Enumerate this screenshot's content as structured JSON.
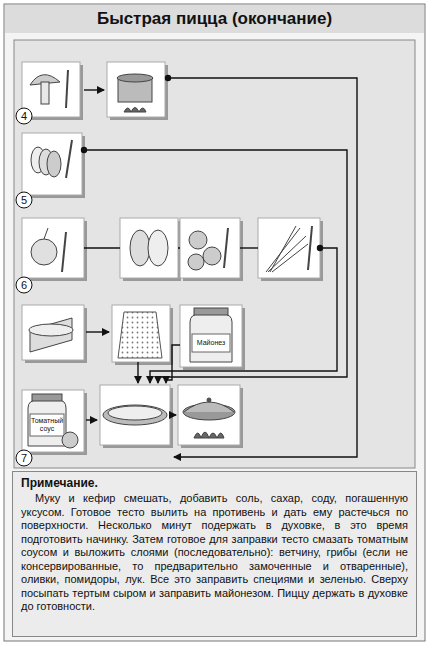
{
  "diagram": {
    "title": "Быстрая пицца (окончание)",
    "nodes": [
      {
        "text": [
          "Майонез"
        ]
      },
      {
        "text": [
          "Томатный соус"
        ]
      },
      {
        "text": [
          "Примечание.",
          "Муку и кефир смешать, добавить соль, сахар, соду, погашенную уксусом. Готовое тесто вылить на противень и дать ему растечься по поверхности. Несколько минут подержать в духовке, в это время подготовить начинку. Затем готовое для заправки тесто смазать томатным соусом и выложить слоями (последовательно): ветчину, грибы (если не консервированные, то предварительно замоченные и отваренные), оливки, помидоры, лук. Все это заправить специями и зеленью. Сверху посыпать тертым сыром и заправить майонезом. Пиццу держать в духовке до готовности."
        ]
      }
    ],
    "labels": [
      "4",
      "5",
      "6",
      "7"
    ]
  }
}
